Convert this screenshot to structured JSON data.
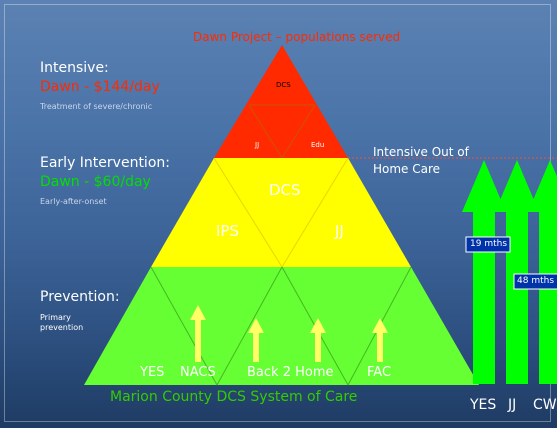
{
  "title": "Dawn Project – populations served",
  "levels": {
    "intensive": {
      "heading": "Intensive:",
      "cost": "Dawn - $144/day",
      "description": "Treatment of severe/chronic",
      "cost_color": "#ff2a00"
    },
    "early": {
      "heading": "Early Intervention:",
      "cost": "Dawn - $60/day",
      "description": "Early-after-onset",
      "cost_color": "#00e000"
    },
    "prevention": {
      "heading": "Prevention:",
      "description_line1": "Primary",
      "description_line2": "prevention"
    }
  },
  "pyramid": {
    "top_labels": {
      "dcs": "DCS",
      "jj": "JJ",
      "edu": "Edu"
    },
    "middle_labels": {
      "dcs": "DCS",
      "ips": "IPS",
      "jj": "JJ"
    },
    "bottom_labels": {
      "yes": "YES",
      "nacs": "NACS",
      "back2home": "Back 2 Home",
      "fac": "FAC"
    },
    "caption": "Marion County DCS System of Care",
    "colors": {
      "top": "#ff2a00",
      "middle": "#ffff00",
      "bottom": "#66ff33",
      "caption": "#33cc00",
      "inner_arrow": "#ffff66"
    }
  },
  "side": {
    "label_line1": "Intensive Out of",
    "label_line2": "Home Care",
    "badge_19": "19 mths",
    "badge_48": "48 mths",
    "arrow_labels": [
      "YES",
      "JJ",
      "CW"
    ],
    "arrow_color": "#00ff00",
    "badge_color": "#0033aa"
  }
}
